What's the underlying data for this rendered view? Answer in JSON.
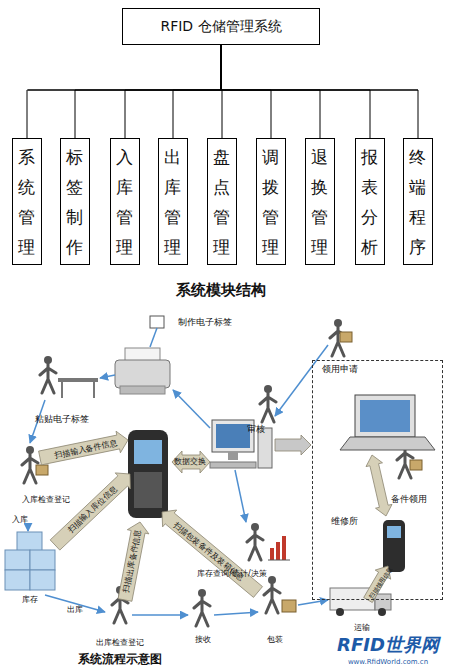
{
  "diagram": {
    "nodes": [
      {
        "text": [
          "RFID 仓储管理系统"
        ]
      },
      {
        "text": [
          "系统管理"
        ]
      },
      {
        "text": [
          "标签制作"
        ]
      },
      {
        "text": [
          "入库管理"
        ]
      },
      {
        "text": [
          "出库管理"
        ]
      },
      {
        "text": [
          "盘点管理"
        ]
      },
      {
        "text": [
          "调拨管理"
        ]
      },
      {
        "text": [
          "退换管理"
        ]
      },
      {
        "text": [
          "报表分析"
        ]
      },
      {
        "text": [
          "终端程序"
        ]
      },
      {
        "text": [
          "备件领用",
          "维修所"
        ]
      }
    ],
    "edges": [
      {
        "from": 0,
        "to": 1,
        "arrow": "none"
      },
      {
        "from": 0,
        "to": 2,
        "arrow": "none"
      },
      {
        "from": 0,
        "to": 3,
        "arrow": "none"
      },
      {
        "from": 0,
        "to": 4,
        "arrow": "none"
      },
      {
        "from": 0,
        "to": 5,
        "arrow": "none"
      },
      {
        "from": 0,
        "to": 6,
        "arrow": "none"
      },
      {
        "from": 0,
        "to": 7,
        "arrow": "none"
      },
      {
        "from": 0,
        "to": 8,
        "arrow": "none"
      },
      {
        "from": 0,
        "to": 9,
        "arrow": "none"
      }
    ],
    "labels": [
      "系统模块结构",
      "制作电子标签",
      "粘贴电子标签",
      "领用申请",
      "审核",
      "扫描输入备件信息",
      "数据交换",
      "入库检查登记",
      "扫描输入库位信息",
      "入库",
      "扫描出库备件信息",
      "扫描包装备件及装箱信息",
      "库存",
      "库存查询/统计/决策",
      "扫描领用信息",
      "出库",
      "出库检查登记",
      "接收",
      "包装",
      "运输",
      "系统流程示意图",
      "RFID世界网",
      "www.RfidWorld.com.cn"
    ]
  }
}
